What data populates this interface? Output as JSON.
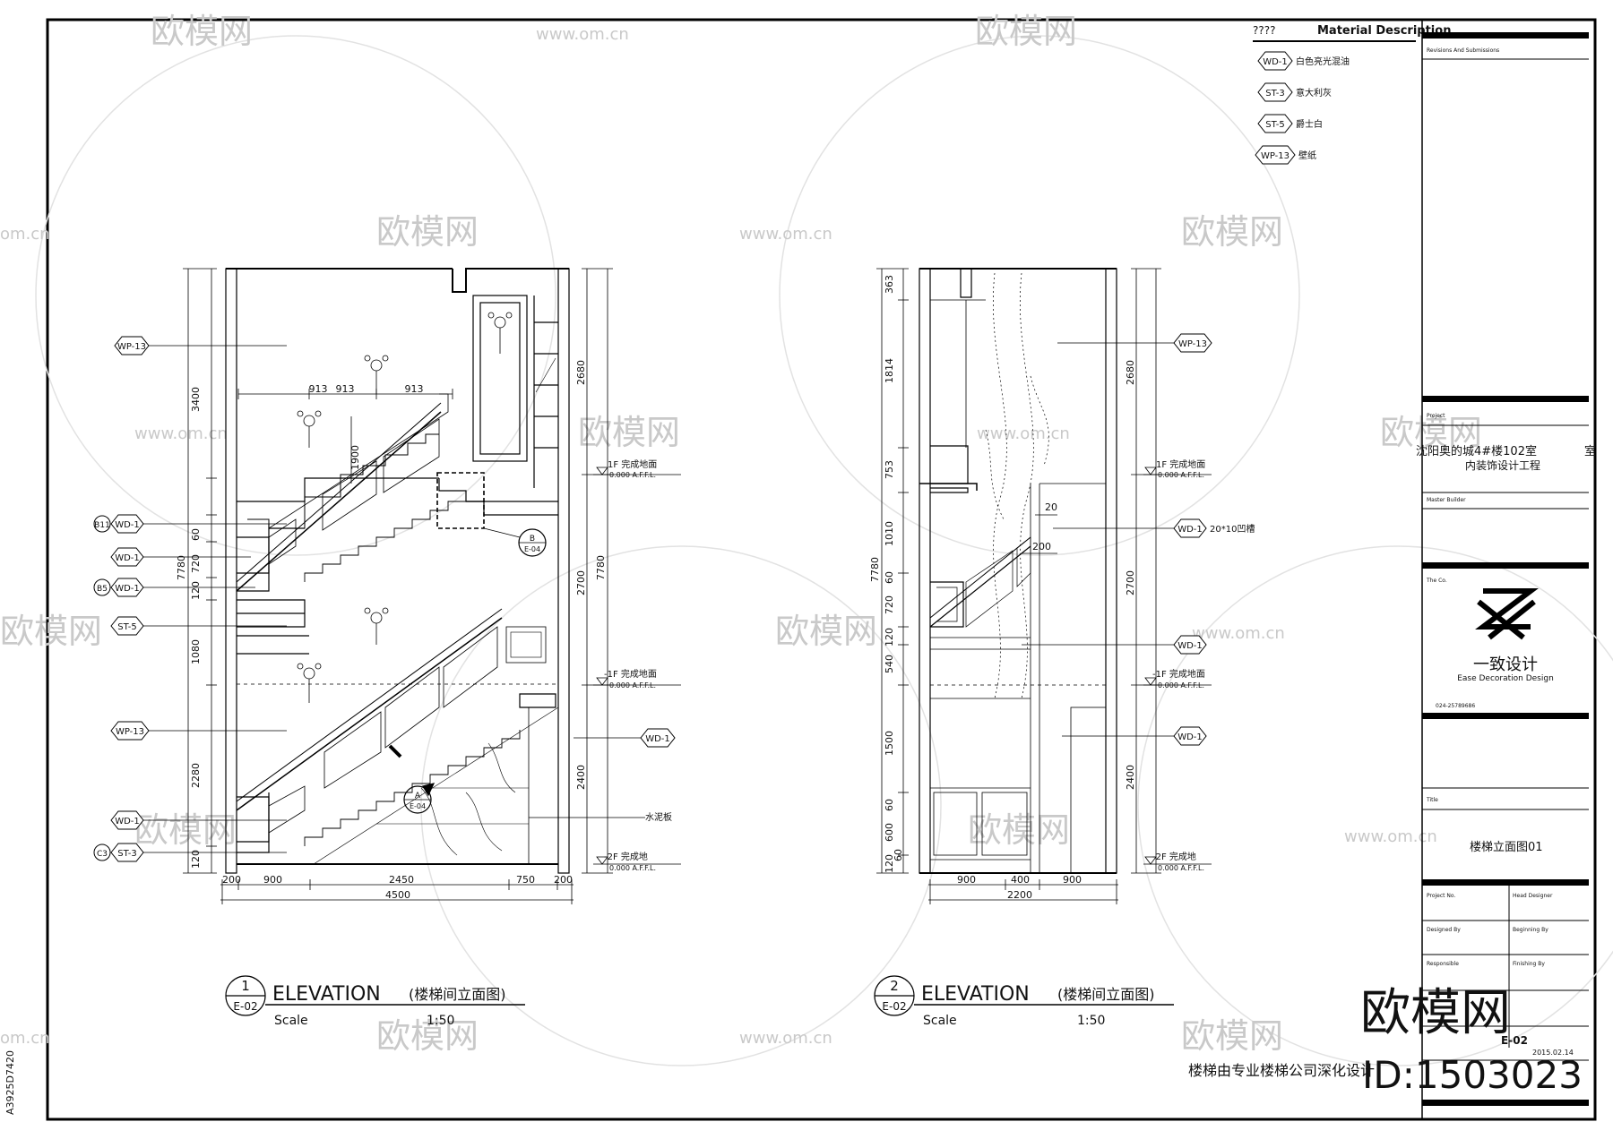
{
  "watermark": {
    "brand": "欧模网",
    "site": "www.om.cn",
    "site_short": "om.cn",
    "big_brand": "欧模网",
    "id_text": "ID:1503023",
    "side_code": "A3925D7420"
  },
  "legend": {
    "header_marks": "????",
    "title": "Material Description",
    "items": [
      {
        "tag": "WD-1",
        "desc": "白色亮光混油"
      },
      {
        "tag": "ST-3",
        "desc": "意大利灰"
      },
      {
        "tag": "ST-5",
        "desc": "爵士白"
      },
      {
        "tag": "WP-13",
        "desc": "壁纸"
      }
    ]
  },
  "title_block": {
    "revisions_label": "Revisions And Submissions",
    "project_label": "Project",
    "project_line1": "沈阳奥的城4#楼102室",
    "project_line2": "内装饰设计工程",
    "project_extra": "室",
    "master_builder_label": "Master Builder",
    "company_label": "The Co.",
    "company_name_cn": "一致设计",
    "company_name_en": "Ease Decoration Design",
    "company_phone": "024-25789686",
    "title_label": "Title",
    "sheet_title": "楼梯立面图01",
    "project_no_label": "Project No.",
    "head_designer_label": "Head Designer",
    "designed_by_label": "Designed By",
    "beginning_by_label": "Beginning By",
    "responsible_label": "Responsible",
    "finishing_by_label": "Finishing By",
    "drawing_no": "E-02",
    "date": "2015.02.14",
    "note": "楼梯由专业楼梯公司深化设计"
  },
  "elevation1": {
    "num": "1",
    "ref": "E-02",
    "title": "ELEVATION",
    "subtitle": "(楼梯间立面图)",
    "scale_label": "Scale",
    "scale": "1:50",
    "dims_bottom": [
      "200",
      "900",
      "2450",
      "750",
      "200"
    ],
    "dim_total": "4500",
    "dims_left": [
      "3400",
      "1900",
      "60",
      "720",
      "120",
      "1080",
      "2280",
      "120"
    ],
    "dim_left_total": "7780",
    "dims_right": [
      "2680",
      "2700",
      "2400"
    ],
    "dim_right_total": "7780",
    "dims_top": [
      "913",
      "913",
      "913"
    ],
    "tags_left": [
      {
        "tag": "WP-13"
      },
      {
        "tag": "WD-1",
        "extra": "B11"
      },
      {
        "tag": "WD-1"
      },
      {
        "tag": "WD-1",
        "extra": "B5"
      },
      {
        "tag": "ST-5"
      },
      {
        "tag": "WP-13"
      },
      {
        "tag": "WD-1"
      },
      {
        "tag": "ST-3",
        "extra": "C3"
      }
    ],
    "tags_right": [
      {
        "tag": "WD-1"
      }
    ],
    "cement_board": "水泥板",
    "level_1f_a": "1F  完成地面",
    "level_1f_a_val": "0.000  A.F.F.L.",
    "level_1f_b": "-1F  完成地面",
    "level_1f_b_val": "0.000  A.F.F.L.",
    "level_2f": "-2F  完成地",
    "level_2f_val": "0.000  A.F.F.L.",
    "detail_b": "B",
    "detail_b_ref": "E-04",
    "detail_a": "A",
    "detail_a_ref": "E-04"
  },
  "elevation2": {
    "num": "2",
    "ref": "E-02",
    "title": "ELEVATION",
    "subtitle": "(楼梯间立面图)",
    "scale_label": "Scale",
    "scale": "1:50",
    "dims_bottom": [
      "900",
      "400",
      "900"
    ],
    "dim_total": "2200",
    "dims_left": [
      "363",
      "1814",
      "753",
      "1010",
      "60",
      "720",
      "120",
      "540",
      "1500",
      "60",
      "600",
      "60",
      "120"
    ],
    "dim_left_total": "7780",
    "dims_right": [
      "2680",
      "2700",
      "2400"
    ],
    "tags_right": [
      {
        "tag": "WP-13"
      },
      {
        "tag": "WD-1",
        "note": "20*10凹槽"
      },
      {
        "tag": "WD-1"
      },
      {
        "tag": "WD-1"
      }
    ],
    "dim_20": "20",
    "dim_200": "200",
    "level_1f_a": "1F  完成地面",
    "level_1f_a_val": "0.000  A.F.F.L.",
    "level_1f_b": "-1F  完成地面",
    "level_1f_b_val": "0.000  A.F.F.L.",
    "level_2f": "-2F  完成地",
    "level_2f_val": "0.000  A.F.F.L."
  }
}
